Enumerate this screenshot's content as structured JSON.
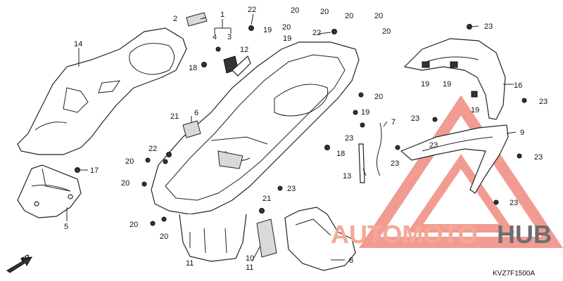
{
  "diagram": {
    "code": "KVZ7F1500A",
    "direction_label": "FR.",
    "callouts": [
      {
        "id": "c1",
        "text": "1"
      },
      {
        "id": "c2",
        "text": "2"
      },
      {
        "id": "c3",
        "text": "3"
      },
      {
        "id": "c4",
        "text": "4"
      },
      {
        "id": "c5",
        "text": "5"
      },
      {
        "id": "c6",
        "text": "6"
      },
      {
        "id": "c7",
        "text": "7"
      },
      {
        "id": "c8",
        "text": "8"
      },
      {
        "id": "c9",
        "text": "9"
      },
      {
        "id": "c10",
        "text": "10"
      },
      {
        "id": "c11a",
        "text": "11"
      },
      {
        "id": "c11b",
        "text": "11"
      },
      {
        "id": "c12",
        "text": "12"
      },
      {
        "id": "c13",
        "text": "13"
      },
      {
        "id": "c14",
        "text": "14"
      },
      {
        "id": "c16",
        "text": "16"
      },
      {
        "id": "c17",
        "text": "17"
      },
      {
        "id": "c18a",
        "text": "18"
      },
      {
        "id": "c18b",
        "text": "18"
      },
      {
        "id": "c19a",
        "text": "19"
      },
      {
        "id": "c19b",
        "text": "19"
      },
      {
        "id": "c19c",
        "text": "19"
      },
      {
        "id": "c19d",
        "text": "19"
      },
      {
        "id": "c19e",
        "text": "19"
      },
      {
        "id": "c19f",
        "text": "19"
      },
      {
        "id": "c20a",
        "text": "20"
      },
      {
        "id": "c20b",
        "text": "20"
      },
      {
        "id": "c20c",
        "text": "20"
      },
      {
        "id": "c20d",
        "text": "20"
      },
      {
        "id": "c20e",
        "text": "20"
      },
      {
        "id": "c20f",
        "text": "20"
      },
      {
        "id": "c20g",
        "text": "20"
      },
      {
        "id": "c20h",
        "text": "20"
      },
      {
        "id": "c20i",
        "text": "20"
      },
      {
        "id": "c20j",
        "text": "20"
      },
      {
        "id": "c20k",
        "text": "20"
      },
      {
        "id": "c21a",
        "text": "21"
      },
      {
        "id": "c21b",
        "text": "21"
      },
      {
        "id": "c22a",
        "text": "22"
      },
      {
        "id": "c22b",
        "text": "22"
      },
      {
        "id": "c22c",
        "text": "22"
      },
      {
        "id": "c23a",
        "text": "23"
      },
      {
        "id": "c23b",
        "text": "23"
      },
      {
        "id": "c23c",
        "text": "23"
      },
      {
        "id": "c23d",
        "text": "23"
      },
      {
        "id": "c23e",
        "text": "23"
      },
      {
        "id": "c23f",
        "text": "23"
      },
      {
        "id": "c23g",
        "text": "23"
      },
      {
        "id": "c23h",
        "text": "23"
      },
      {
        "id": "c23i",
        "text": "23"
      }
    ]
  },
  "watermark": {
    "word_a": "AUTOMOTO",
    "word_b": "HUB",
    "color_a": "#f4a896",
    "color_b": "#6e6e6e",
    "triangle_color": "#f08a80"
  }
}
